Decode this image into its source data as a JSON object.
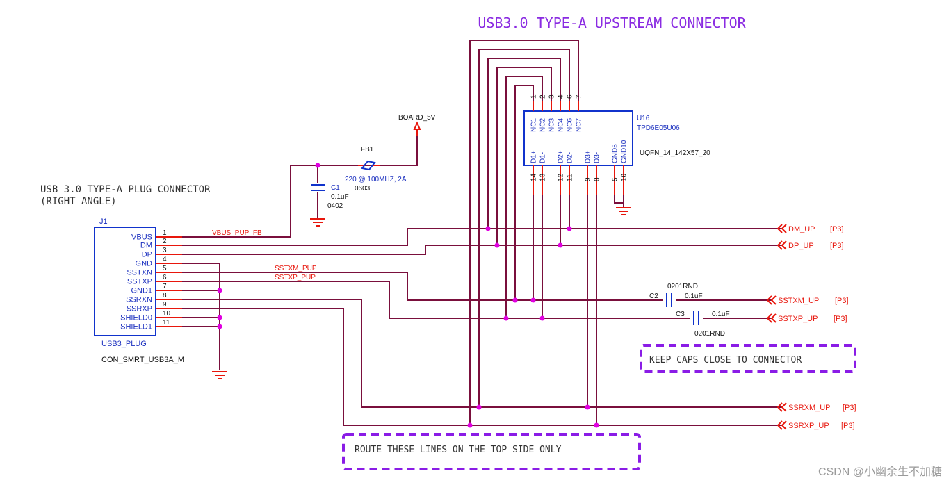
{
  "title": "USB3.0 TYPE-A  UPSTREAM CONNECTOR",
  "plug_title_line1": "USB 3.0 TYPE-A PLUG CONNECTOR",
  "plug_title_line2": "(RIGHT ANGLE)",
  "j1": {
    "ref": "J1",
    "part": "USB3_PLUG",
    "footprint": "CON_SMRT_USB3A_M",
    "pins": [
      {
        "num": "1",
        "name": "VBUS"
      },
      {
        "num": "2",
        "name": "DM"
      },
      {
        "num": "3",
        "name": "DP"
      },
      {
        "num": "4",
        "name": "GND"
      },
      {
        "num": "5",
        "name": "SSTXN"
      },
      {
        "num": "6",
        "name": "SSTXP"
      },
      {
        "num": "7",
        "name": "GND1"
      },
      {
        "num": "8",
        "name": "SSRXN"
      },
      {
        "num": "9",
        "name": "SSRXP"
      },
      {
        "num": "10",
        "name": "SHIELD0"
      },
      {
        "num": "11",
        "name": "SHIELD1"
      }
    ]
  },
  "u16": {
    "ref": "U16",
    "part": "TPD6E05U06",
    "footprint": "UQFN_14_142X57_20",
    "top_pins": [
      {
        "num": "1",
        "name": "NC1"
      },
      {
        "num": "2",
        "name": "NC2"
      },
      {
        "num": "3",
        "name": "NC3"
      },
      {
        "num": "4",
        "name": "NC4"
      },
      {
        "num": "6",
        "name": "NC6"
      },
      {
        "num": "7",
        "name": "NC7"
      }
    ],
    "bottom_pins": [
      {
        "num": "14",
        "name": "D1+"
      },
      {
        "num": "13",
        "name": "D1-"
      },
      {
        "num": "12",
        "name": "D2+"
      },
      {
        "num": "11",
        "name": "D2-"
      },
      {
        "num": "9",
        "name": "D3+"
      },
      {
        "num": "8",
        "name": "D3-"
      },
      {
        "num": "5",
        "name": "GND5"
      },
      {
        "num": "10",
        "name": "GND10"
      }
    ]
  },
  "fb1": {
    "ref": "FB1",
    "value": "220 @ 100MHZ, 2A",
    "pkg": "0603"
  },
  "c1": {
    "ref": "C1",
    "value": "0.1uF",
    "pkg": "0402"
  },
  "c2": {
    "ref": "C2",
    "value": "0.1uF",
    "pkg": "0201RND"
  },
  "c3": {
    "ref": "C3",
    "value": "0.1uF",
    "pkg": "0201RND"
  },
  "power": "BOARD_5V",
  "nets": {
    "vbus": "VBUS_PUP_FB",
    "sstxm": "SSTXM_PUP",
    "sstxp": "SSTXP_PUP"
  },
  "ports": [
    {
      "name": "DM_UP",
      "ref": "[P3]"
    },
    {
      "name": "DP_UP",
      "ref": "[P3]"
    },
    {
      "name": "SSTXM_UP",
      "ref": "[P3]"
    },
    {
      "name": "SSTXP_UP",
      "ref": "[P3]"
    },
    {
      "name": "SSRXM_UP",
      "ref": "[P3]"
    },
    {
      "name": "SSRXP_UP",
      "ref": "[P3]"
    }
  ],
  "notes": {
    "keep_caps": "KEEP CAPS CLOSE TO CONNECTOR",
    "route": "ROUTE THESE LINES ON THE TOP SIDE ONLY"
  },
  "watermark": "CSDN @小幽余生不加糖",
  "colors": {
    "wire": "#7a0f3c",
    "pin": "#e8160c",
    "body": "#1133cc",
    "junction": "#e000e0",
    "note": "#8a1ce6"
  }
}
